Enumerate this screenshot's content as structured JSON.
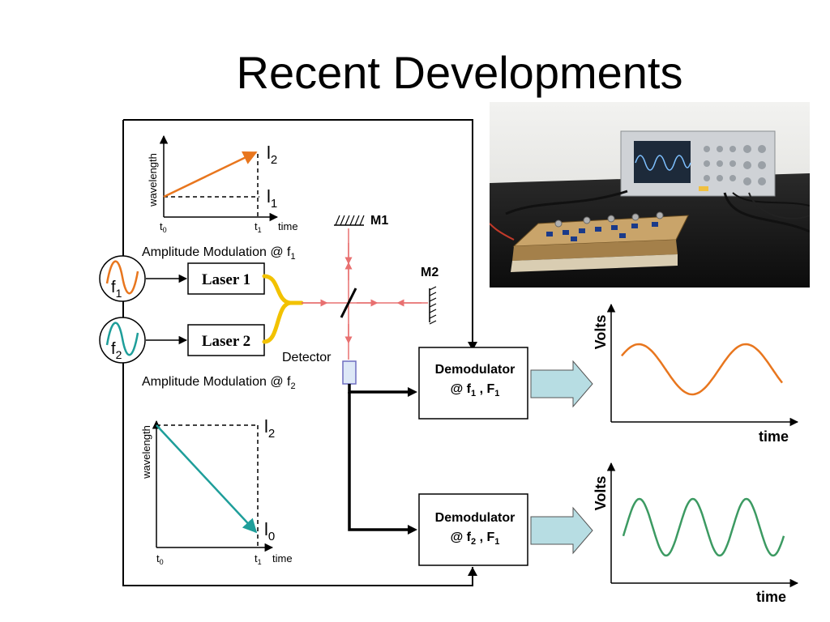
{
  "slide": {
    "title": "Recent Developments"
  },
  "top_plot": {
    "ylabel": "wavelength",
    "xlabel": "time",
    "t0": "t",
    "t0_sub": "0",
    "t1": "t",
    "t1_sub": "1",
    "lam_high": "l",
    "lam_high_sub": "2",
    "lam_low": "l",
    "lam_low_sub": "1",
    "line_color": "#E8761E"
  },
  "bottom_plot": {
    "ylabel": "wavelength",
    "xlabel": "time",
    "t0": "t",
    "t0_sub": "0",
    "t1": "t",
    "t1_sub": "1",
    "lam_high": "l",
    "lam_high_sub": "2",
    "lam_low": "l",
    "lam_low_sub": "0",
    "line_color": "#1E9E9A"
  },
  "modulation": {
    "top_label": "Amplitude Modulation @ f",
    "top_sub": "1",
    "bottom_label": "Amplitude Modulation @ f",
    "bottom_sub": "2",
    "source1": "f",
    "source1_sub": "1",
    "source2": "f",
    "source2_sub": "2"
  },
  "lasers": {
    "laser1": "Laser 1",
    "laser2": "Laser 2"
  },
  "optics": {
    "mirror1": "M1",
    "mirror2": "M2",
    "detector": "Detector"
  },
  "demodulators": [
    {
      "line1": "Demodulator",
      "line2_pre": "@ f",
      "line2_sub1": "1",
      "line2_mid": " , F",
      "line2_sub2": "1"
    },
    {
      "line1": "Demodulator",
      "line2_pre": "@ f",
      "line2_sub1": "2",
      "line2_mid": " , F",
      "line2_sub2": "1"
    }
  ],
  "output_plots": [
    {
      "ylabel": "Volts",
      "xlabel": "time",
      "color": "#E8761E"
    },
    {
      "ylabel": "Volts",
      "xlabel": "time",
      "color": "#3C9A62"
    }
  ],
  "colors": {
    "beam": "#E87070",
    "fiber": "#F2C200",
    "arrow_fill": "#B7DDE3",
    "detector_fill": "#DDE8F7",
    "detector_stroke": "#6E6EC0"
  }
}
